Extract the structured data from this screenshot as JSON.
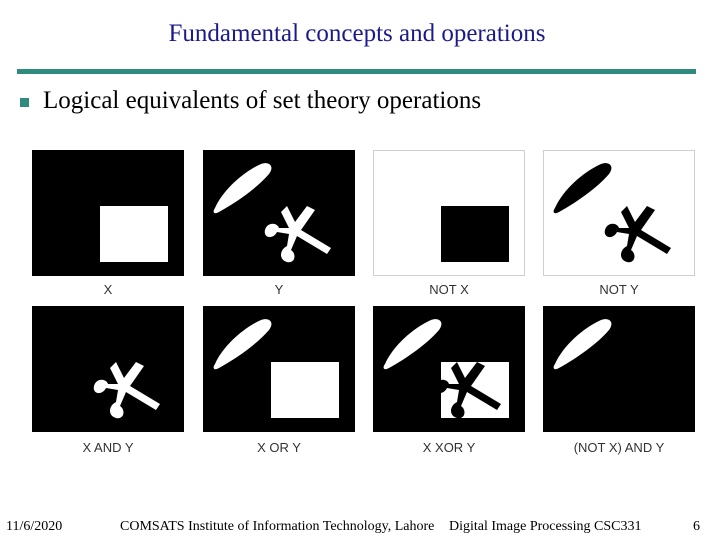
{
  "slide": {
    "title": "Fundamental concepts and operations",
    "bullet": "Logical equivalents of set theory operations"
  },
  "panels": [
    {
      "caption": "X",
      "background": "#000000"
    },
    {
      "caption": "Y",
      "background": "#000000"
    },
    {
      "caption": "NOT X",
      "background": "#ffffff"
    },
    {
      "caption": "NOT Y",
      "background": "#ffffff"
    },
    {
      "caption": "X AND Y",
      "background": "#000000"
    },
    {
      "caption": "X OR Y",
      "background": "#000000"
    },
    {
      "caption": "X XOR Y",
      "background": "#000000"
    },
    {
      "caption": "(NOT X) AND Y",
      "background": "#000000"
    }
  ],
  "footer": {
    "date": "11/6/2020",
    "institute": "COMSATS Institute of Information Technology, Lahore",
    "course": "Digital Image Processing CSC331",
    "page": "6"
  },
  "colors": {
    "title": "#1a1a8c",
    "accent": "#2e8b7e"
  }
}
